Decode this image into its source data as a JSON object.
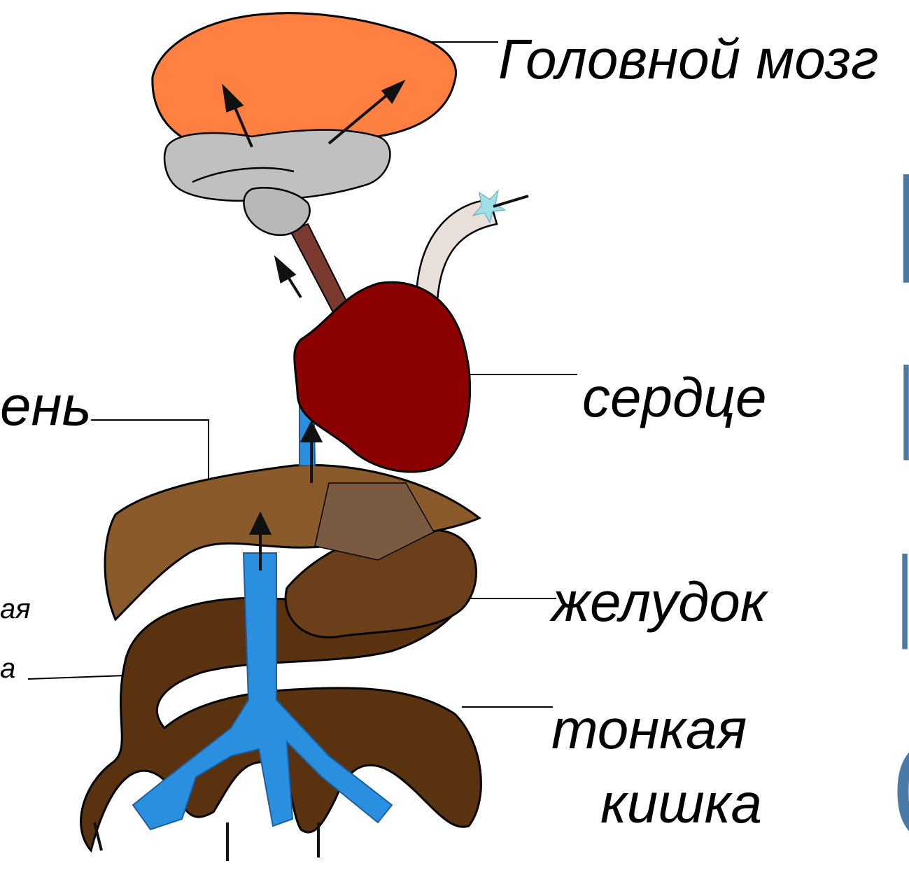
{
  "labels": {
    "brain": "Головной мозг",
    "heart": "сердце",
    "liver": "ень",
    "stomach": "желудок",
    "intestine_line1": "тонкая",
    "intestine_line2": "кишка",
    "vein_line1": "ая",
    "vein_line2": "а"
  },
  "colors": {
    "brain_cortex": "#ff8040",
    "brain_stem": "#c0c0c0",
    "heart": "#8b0000",
    "liver": "#8b5a2b",
    "stomach": "#6b3f1a",
    "intestine": "#5a3210",
    "vein": "#2b8fe0",
    "edge_text": "#4a7aa8"
  }
}
